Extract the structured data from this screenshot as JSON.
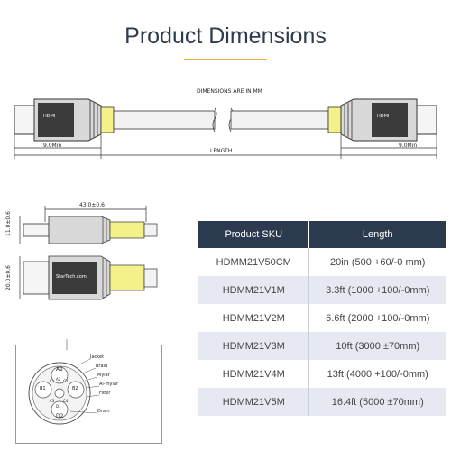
{
  "header": {
    "title": "Product Dimensions"
  },
  "cable_drawing": {
    "dimensions_note": "DIMENSIONS ARE IN MM",
    "length_label": "LENGTH",
    "end_left": "9.0Min",
    "end_right": "9.0Min",
    "connector_text": "HDMI"
  },
  "connector_drawing": {
    "length_label": "43.0±0.6",
    "height_label": "11.0±0.6",
    "width_label": "20.0±0.6",
    "brand": "StarTech.com"
  },
  "cross_section": {
    "labels": [
      "Jacket",
      "Braid",
      "Mylar",
      "Al-mylar",
      "Filter",
      "Drain"
    ],
    "pair_labels": [
      "A1",
      "A2",
      "B1",
      "B2",
      "C1",
      "C2",
      "C3",
      "C4",
      "D1",
      "D2"
    ]
  },
  "table": {
    "headers": [
      "Product SKU",
      "Length"
    ],
    "rows": [
      {
        "sku": "HDMM21V50CM",
        "length": "20in (500 +60/-0 mm)"
      },
      {
        "sku": "HDMM21V1M",
        "length": "3.3ft (1000 +100/-0mm)"
      },
      {
        "sku": "HDMM21V2M",
        "length": "6.6ft (2000 +100/-0mm)"
      },
      {
        "sku": "HDMM21V3M",
        "length": "10ft (3000 ±70mm)"
      },
      {
        "sku": "HDMM21V4M",
        "length": "13ft (4000 +100/-0mm)"
      },
      {
        "sku": "HDMM21V5M",
        "length": "16.4ft (5000 ±70mm)"
      }
    ]
  },
  "colors": {
    "header_bg": "#2c3a4f",
    "accent": "#e3b341",
    "alt_row": "#e6e9f2",
    "strain_relief": "#f4f08a"
  }
}
